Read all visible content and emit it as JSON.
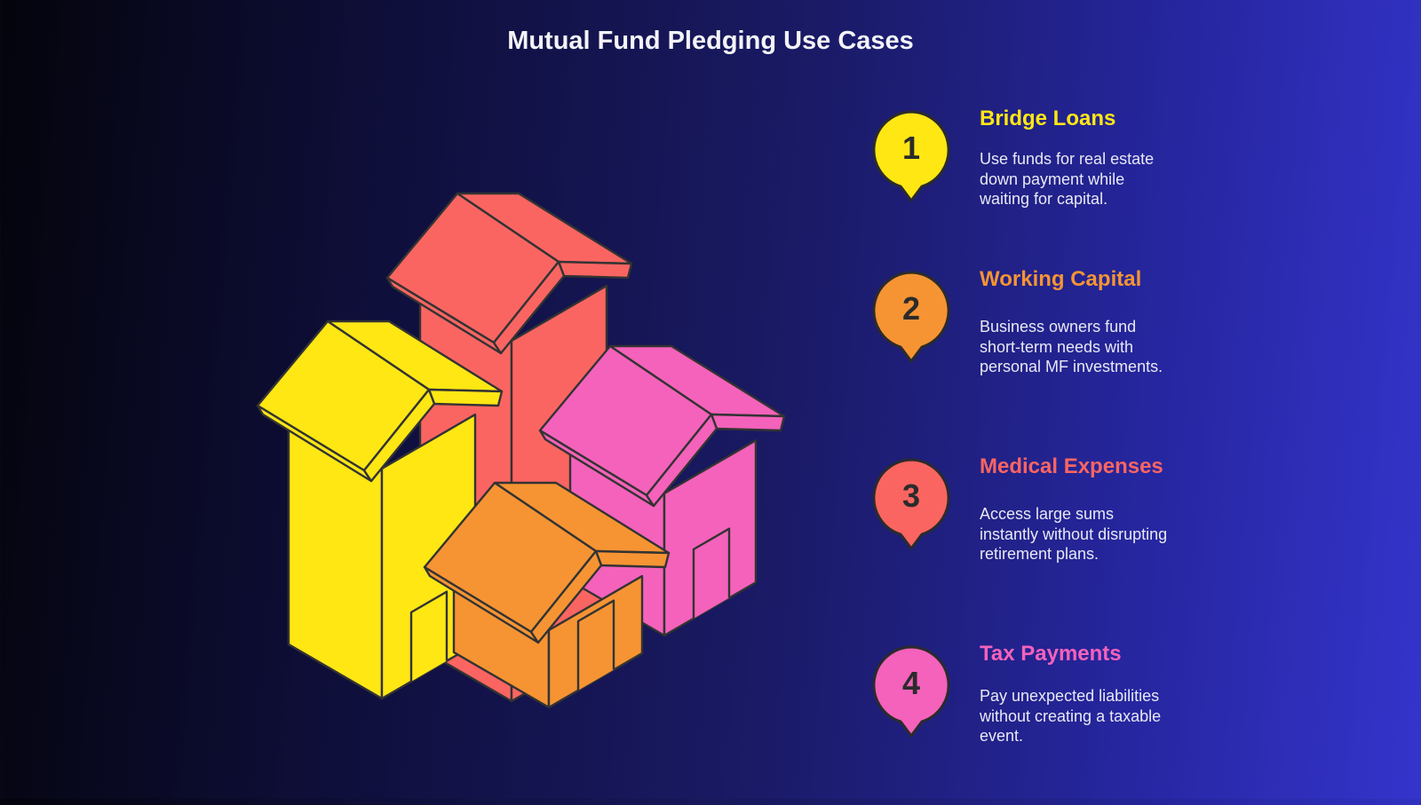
{
  "title": "Mutual Fund Pledging Use Cases",
  "items": [
    {
      "number": "1",
      "heading": "Bridge Loans",
      "description": "Use funds for real estate down payment while waiting for capital.",
      "color": "#ffe714",
      "icon": "map-pin-icon"
    },
    {
      "number": "2",
      "heading": "Working Capital",
      "description": "Business owners fund short-term needs with personal MF investments.",
      "color": "#f69433",
      "icon": "map-pin-icon"
    },
    {
      "number": "3",
      "heading": "Medical Expenses",
      "description": "Access large sums instantly without disrupting retirement plans.",
      "color": "#fa6562",
      "icon": "map-pin-icon"
    },
    {
      "number": "4",
      "heading": "Tax Payments",
      "description": "Pay unexpected liabilities without creating a taxable event.",
      "color": "#f462bb",
      "icon": "map-pin-icon"
    }
  ],
  "houses": [
    {
      "name": "red-house",
      "color": "#fa6562"
    },
    {
      "name": "yellow-house",
      "color": "#ffe714"
    },
    {
      "name": "pink-house",
      "color": "#f462bb"
    },
    {
      "name": "orange-house",
      "color": "#f69433"
    }
  ]
}
